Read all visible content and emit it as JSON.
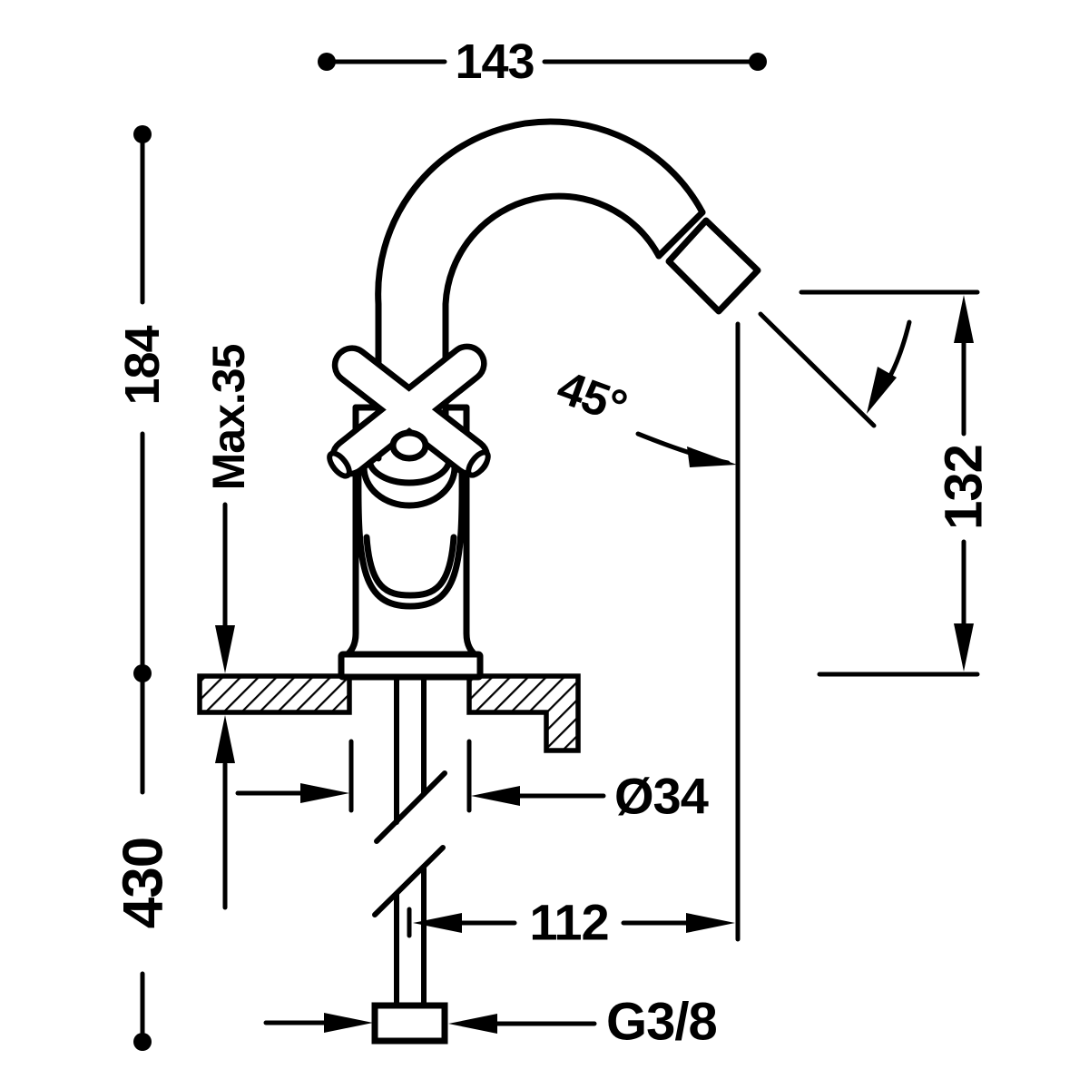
{
  "drawing": {
    "type": "technical-dimension-drawing",
    "subject": "single-lever bidet faucet with curved swivel spout, side section view",
    "background_color": "#ffffff",
    "line_color": "#000000",
    "labels": {
      "width_top": "143",
      "height_left": "184",
      "deck_thickness": "Max.35",
      "length_below_deck": "430",
      "spout_angle": "45°",
      "outlet_height": "132",
      "body_diameter": "Ø34",
      "outlet_offset": "112",
      "thread": "G3/8"
    }
  }
}
